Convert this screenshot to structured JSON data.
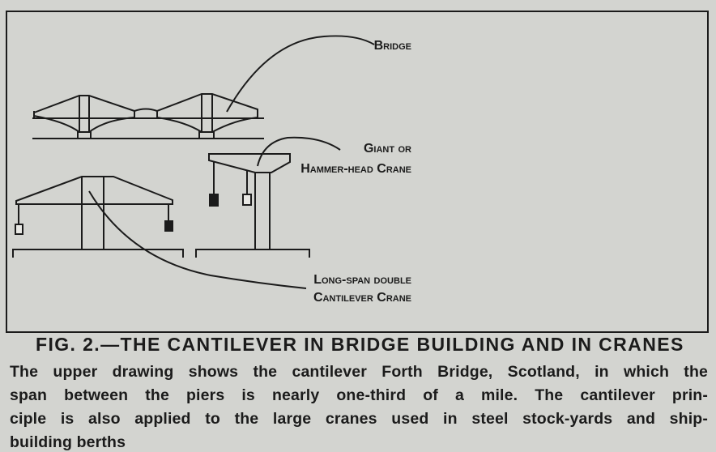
{
  "figure": {
    "labels": {
      "bridge": "Bridge",
      "giant_crane_line1": "Giant or",
      "giant_crane_line2": "Hammer-head Crane",
      "long_span_line1": "Long-span double",
      "long_span_line2": "Cantilever Crane"
    }
  },
  "caption": {
    "title": "FIG. 2.—THE CANTILEVER IN BRIDGE BUILDING AND IN CRANES",
    "lines": [
      "The upper drawing shows the cantilever Forth Bridge, Scotland, in which the",
      "span between the piers is nearly one-third of a mile.  The cantilever prin-",
      "ciple is also applied to the large cranes used in steel stock-yards and ship-",
      "building berths"
    ]
  }
}
